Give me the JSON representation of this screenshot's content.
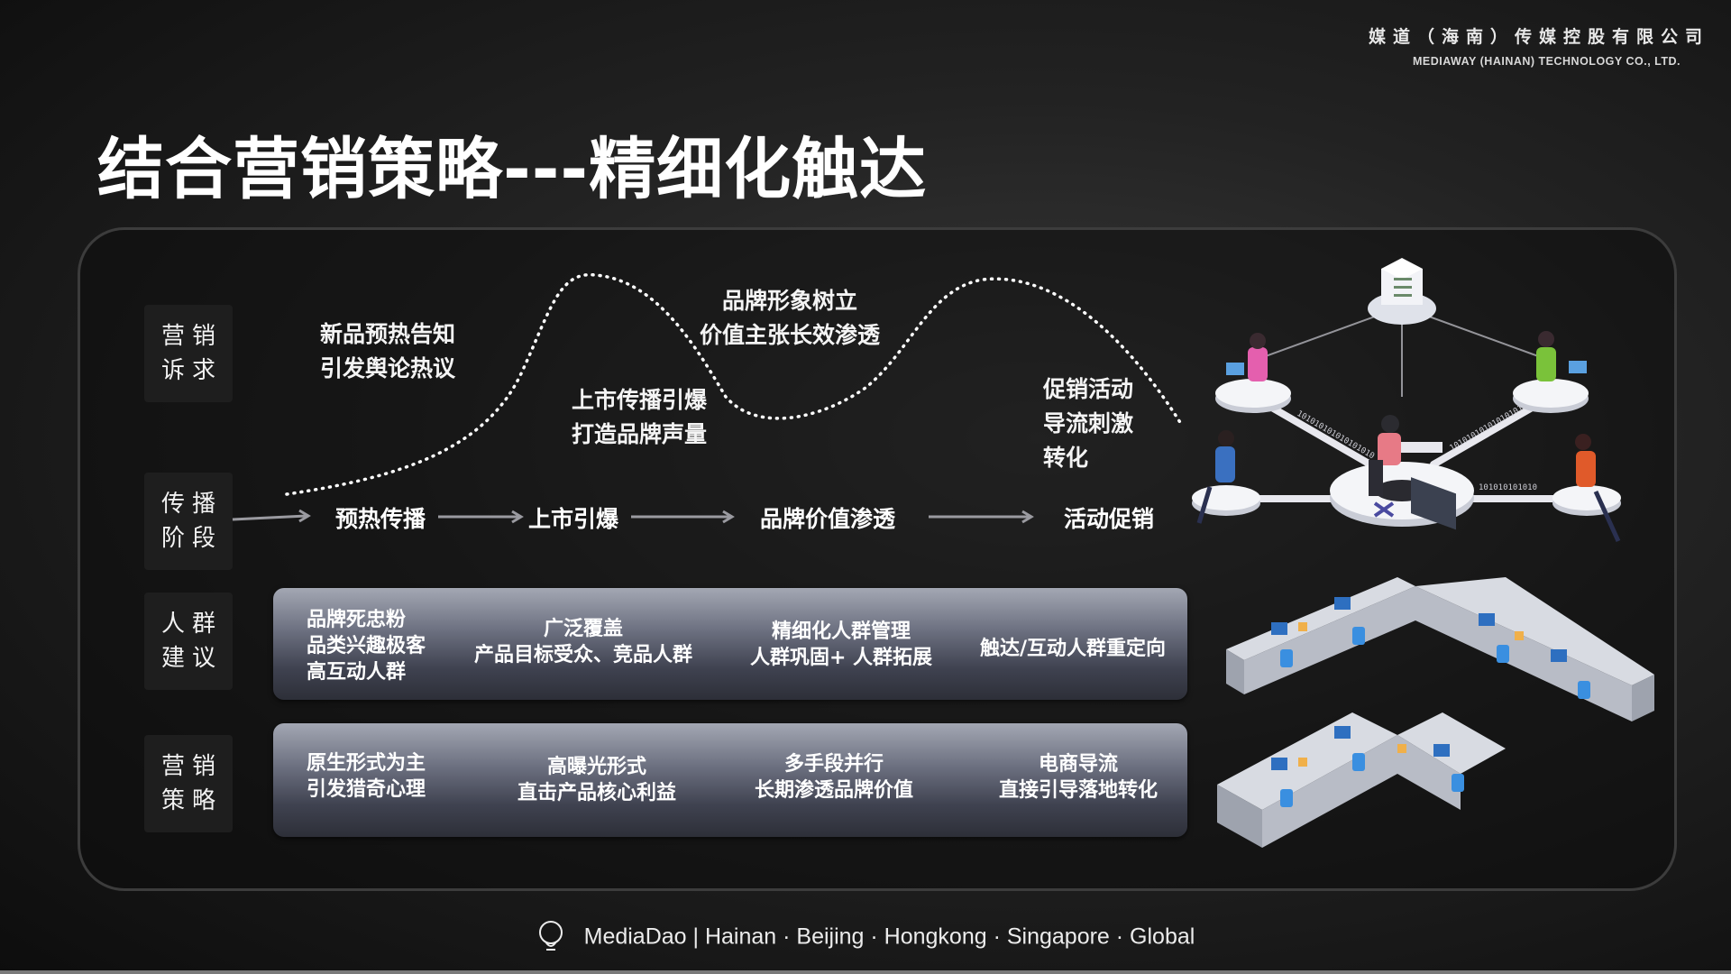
{
  "header": {
    "company_cn": "媒道（海南）传媒控股有限公司",
    "company_en": "MEDIAWAY (HAINAN) TECHNOLOGY CO., LTD."
  },
  "title": "结合营销策略---精细化触达",
  "rows": {
    "demand": "营销\n诉求",
    "stage": "传播\n阶段",
    "audience": "人群\n建议",
    "strategy": "营销\n策略"
  },
  "curve_labels": {
    "preheat": "新品预热告知\n引发舆论热议",
    "launch": "上市传播引爆\n打造品牌声量",
    "brand": "品牌形象树立\n价值主张长效渗透",
    "promo": "促销活动\n导流刺激\n转化"
  },
  "stages": [
    "预热传播",
    "上市引爆",
    "品牌价值渗透",
    "活动促销"
  ],
  "audience": [
    "品牌死忠粉\n品类兴趣极客\n高互动人群",
    "广泛覆盖\n产品目标受众、竞品人群",
    "精细化人群管理\n人群巩固+ 人群拓展",
    "触达/互动人群重定向"
  ],
  "strategy": [
    "原生形式为主\n引发猎奇心理",
    "高曝光形式\n直击产品核心利益",
    "多手段并行\n长期渗透品牌价值",
    "电商导流\n直接引导落地转化"
  ],
  "illustration": {
    "binary_1": "101010101010101010",
    "binary_2": "101010101010101010",
    "binary_3": "101010101010"
  },
  "footer": {
    "text": "MediaDao | Hainan · Beijing · Hongkong · Singapore · Global",
    "icon": "lightbulb-icon"
  }
}
